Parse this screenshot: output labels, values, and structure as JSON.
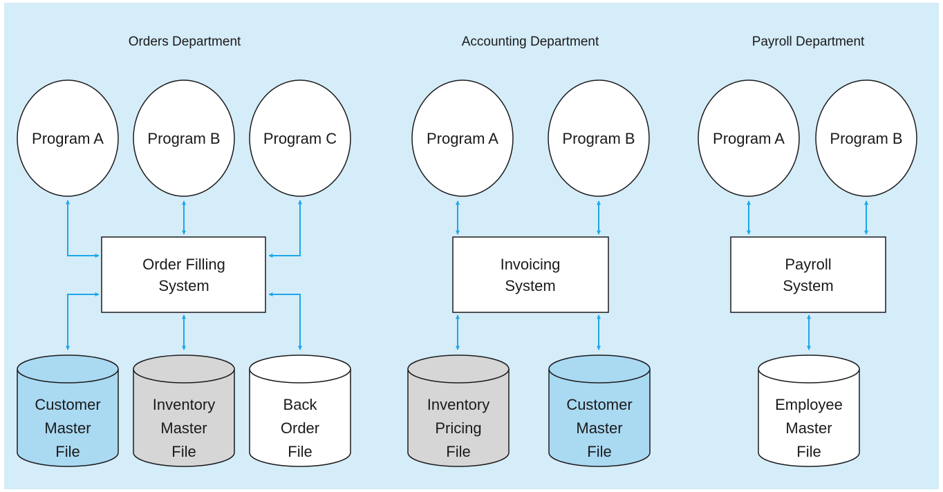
{
  "departments": [
    {
      "name": "Orders Department",
      "programs": [
        "Program A",
        "Program B",
        "Program C"
      ],
      "system": [
        "Order Filling",
        "System"
      ],
      "files": [
        {
          "lines": [
            "Customer",
            "Master",
            "File"
          ],
          "fill": "#aad9f2"
        },
        {
          "lines": [
            "Inventory",
            "Master",
            "File"
          ],
          "fill": "#d6d6d6"
        },
        {
          "lines": [
            "Back",
            "Order",
            "File"
          ],
          "fill": "#ffffff"
        }
      ]
    },
    {
      "name": "Accounting Department",
      "programs": [
        "Program A",
        "Program B"
      ],
      "system": [
        "Invoicing",
        "System"
      ],
      "files": [
        {
          "lines": [
            "Inventory",
            "Pricing",
            "File"
          ],
          "fill": "#d6d6d6"
        },
        {
          "lines": [
            "Customer",
            "Master",
            "File"
          ],
          "fill": "#aad9f2"
        }
      ]
    },
    {
      "name": "Payroll Department",
      "programs": [
        "Program A",
        "Program B"
      ],
      "system": [
        "Payroll",
        "System"
      ],
      "files": [
        {
          "lines": [
            "Employee",
            "Master",
            "File"
          ],
          "fill": "#ffffff"
        }
      ]
    }
  ],
  "colors": {
    "panel_background": "#d5ecf9",
    "arrow": "#1ca7e8",
    "outline": "#1a1a1a",
    "customer_file_fill": "#aad9f2",
    "inventory_file_fill": "#d6d6d6",
    "plain_fill": "#ffffff"
  }
}
